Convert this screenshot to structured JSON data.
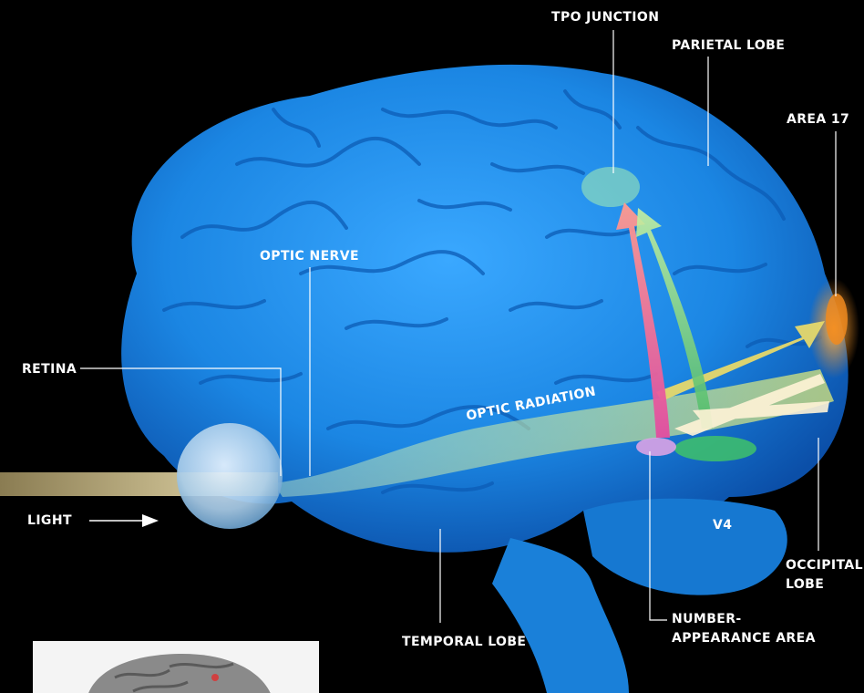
{
  "labels": {
    "tpo_junction": "TPO JUNCTION",
    "parietal_lobe": "PARIETAL LOBE",
    "area_17": "AREA 17",
    "optic_nerve": "OPTIC NERVE",
    "retina": "RETINA",
    "optic_radiation": "OPTIC RADIATION",
    "light": "LIGHT",
    "v4": "V4",
    "occipital_lobe_1": "OCCIPITAL",
    "occipital_lobe_2": "LOBE",
    "temporal_lobe": "TEMPORAL LOBE",
    "number_area_1": "NUMBER-",
    "number_area_2": "APPEARANCE AREA"
  },
  "colors": {
    "background": "#000000",
    "brain_blue": "#1f8fe6",
    "label_text": "#ffffff",
    "area17": "#f08a1e",
    "green_pathway": "#7ed957",
    "red_pathway": "#f06a6a",
    "yellow_pathway": "#e6d86a"
  },
  "icons": {
    "light_arrow": "arrow-right-icon"
  }
}
